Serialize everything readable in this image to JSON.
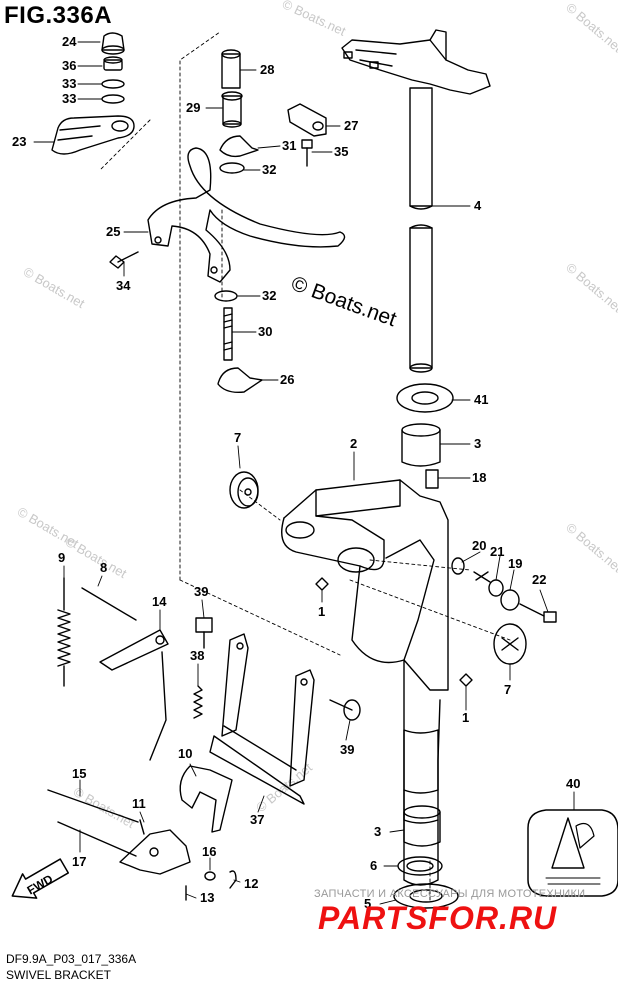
{
  "figure": {
    "title": "FIG.336A",
    "code": "DF9.9A_P03_017_336A",
    "name": "SWIVEL BRACKET"
  },
  "copyright": "© Boats.net",
  "watermark": "© Boats.net",
  "ru_watermark": {
    "text": "ЗАПЧАСТИ И АКСЕССУАРЫ ДЛЯ МОТОТЕХНИКИ",
    "logo": "PARTSFOR.RU"
  },
  "fwd_label": "FWD",
  "callouts": {
    "c1a": "1",
    "c1b": "1",
    "c2": "2",
    "c3a": "3",
    "c3b": "3",
    "c4": "4",
    "c5": "5",
    "c6": "6",
    "c7a": "7",
    "c7b": "7",
    "c8": "8",
    "c9": "9",
    "c10": "10",
    "c11": "11",
    "c12": "12",
    "c13": "13",
    "c14": "14",
    "c15": "15",
    "c16": "16",
    "c17": "17",
    "c18": "18",
    "c19": "19",
    "c20": "20",
    "c21": "21",
    "c22": "22",
    "c23": "23",
    "c24": "24",
    "c25": "25",
    "c26": "26",
    "c27": "27",
    "c28": "28",
    "c29": "29",
    "c30": "30",
    "c31": "31",
    "c32a": "32",
    "c32b": "32",
    "c33a": "33",
    "c33b": "33",
    "c34": "34",
    "c35": "35",
    "c36": "36",
    "c37": "37",
    "c38": "38",
    "c39a": "39",
    "c39b": "39",
    "c40": "40",
    "c41": "41"
  }
}
